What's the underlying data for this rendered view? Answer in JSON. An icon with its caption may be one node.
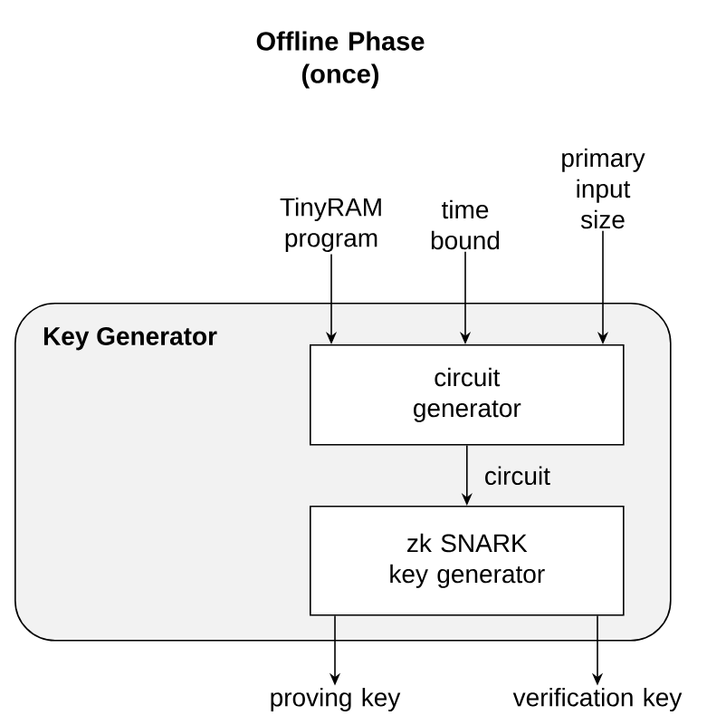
{
  "diagram": {
    "title": "Offline Phase (once)",
    "nodes": [
      {
        "text": [
          "Key Generator"
        ]
      },
      {
        "text": [
          "circuit generator"
        ],
        "in": 0
      },
      {
        "text": [
          "zk SNARK key generator"
        ],
        "in": 0
      },
      {
        "text": [
          "TinyRAM program"
        ]
      },
      {
        "text": [
          "time bound"
        ]
      },
      {
        "text": [
          "primary input size"
        ]
      },
      {
        "text": [
          "proving key"
        ]
      },
      {
        "text": [
          "verification key"
        ]
      }
    ],
    "edges": [
      {
        "from": 3,
        "to": 1,
        "arrow": "to"
      },
      {
        "from": 4,
        "to": 1,
        "arrow": "to"
      },
      {
        "from": 5,
        "to": 1,
        "arrow": "to"
      },
      {
        "from": 1,
        "to": 2,
        "arrow": "to",
        "label": "circuit"
      },
      {
        "from": 2,
        "to": 6,
        "arrow": "to"
      },
      {
        "from": 2,
        "to": 7,
        "arrow": "to"
      }
    ]
  }
}
